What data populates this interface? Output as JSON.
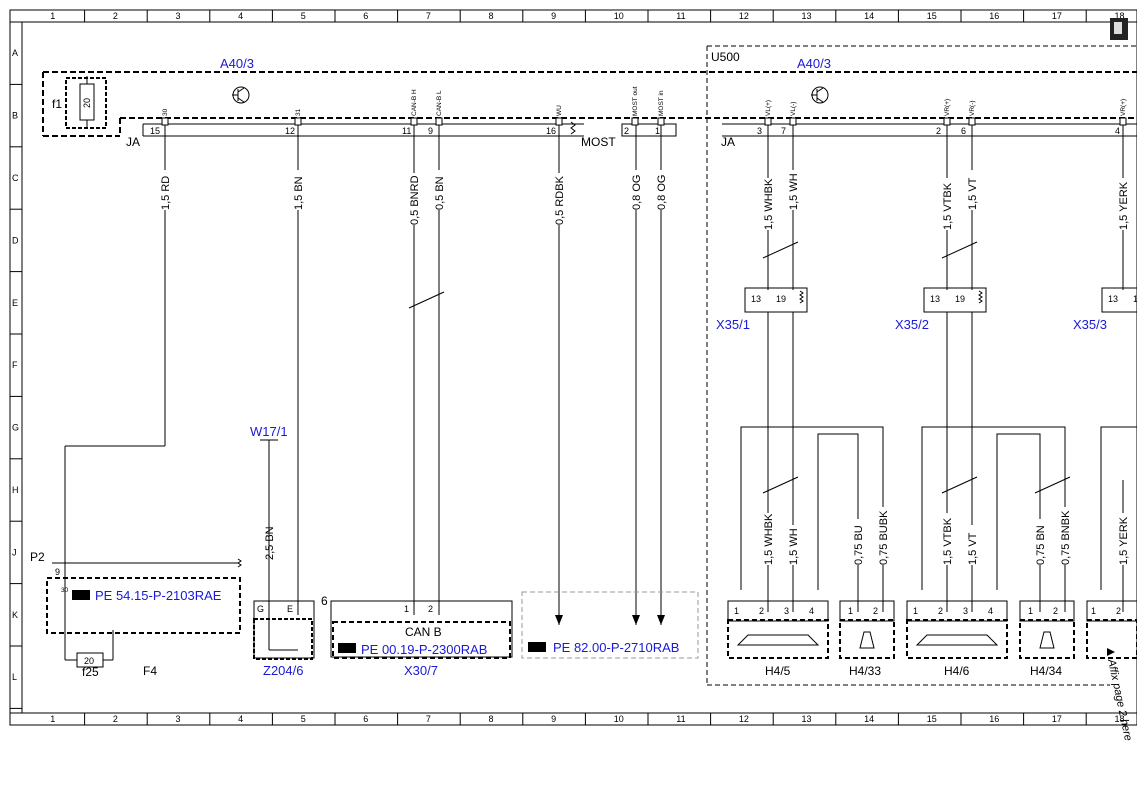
{
  "grid": {
    "columns": [
      "1",
      "2",
      "3",
      "4",
      "5",
      "6",
      "7",
      "8",
      "9",
      "10",
      "11",
      "12",
      "13",
      "14",
      "15",
      "16",
      "17",
      "18"
    ],
    "rows": [
      "A",
      "B",
      "C",
      "D",
      "E",
      "F",
      "G",
      "H",
      "J",
      "K",
      "L"
    ]
  },
  "modules": {
    "a40_left": "A40/3",
    "a40_right": "A40/3",
    "u500": "U500",
    "f1": "f1",
    "fuse_f1": "20",
    "ja_left": "JA",
    "ja_right": "JA",
    "most": "MOST"
  },
  "pins_top": [
    {
      "id": "30",
      "num": "15"
    },
    {
      "id": "31",
      "num": "12"
    },
    {
      "id": "CAN-B H",
      "num": "11"
    },
    {
      "id": "CAN-B L",
      "num": "9"
    },
    {
      "id": "WU",
      "num": "16"
    },
    {
      "id": "MOST out",
      "num": "2"
    },
    {
      "id": "MOST in",
      "num": "1"
    },
    {
      "id": "VL(+)",
      "num": "3"
    },
    {
      "id": "VL(-)",
      "num": "7"
    },
    {
      "id": "VR(+)",
      "num": "2"
    },
    {
      "id": "VR(-)",
      "num": "6"
    },
    {
      "id": "VR(+)",
      "num": "4"
    }
  ],
  "wires": [
    "1,5 RD",
    "1,5 BN",
    "0,5 BNRD",
    "0,5 BN",
    "0,5 RDBK",
    "0,8 OG",
    "0,8 OG",
    "1,5 WHBK",
    "1,5 WH",
    "1,5 VTBK",
    "1,5 VT",
    "1,5 YERK",
    "2,5 BN",
    "1,5 WHBK",
    "1,5 WH",
    "0,75 BU",
    "0,75 BUBK",
    "1,5 VTBK",
    "1,5 VT",
    "0,75 BN",
    "0,75 BNBK",
    "1,5 YERK"
  ],
  "connectors": {
    "x35_1": "X35/1",
    "x35_2": "X35/2",
    "x35_3": "X35/3",
    "x35_pins": [
      "13",
      "19"
    ],
    "w17": "W17/1",
    "p2": "P2",
    "p2_pins": [
      "9",
      "30"
    ],
    "f25": "f25",
    "fuse_f25": "20",
    "f4": "F4",
    "z204": "Z204/6",
    "z204_pins": [
      "G",
      "E"
    ],
    "six": "6",
    "canb": "CAN B",
    "canb_pins": [
      "1",
      "2"
    ],
    "x30": "X30/7",
    "h4_5": "H4/5",
    "h4_33": "H4/33",
    "h4_6": "H4/6",
    "h4_34": "H4/34",
    "h_pins4": [
      "1",
      "2",
      "3",
      "4"
    ],
    "h_pins2": [
      "1",
      "2"
    ]
  },
  "refs": {
    "pe54": "PE 54.15-P-2103RAE",
    "pe00": "PE 00.19-P-2300RAB",
    "pe82": "PE 82.00-P-2710RAB"
  },
  "affix": "Affix page 2 here",
  "colors": {
    "ink": "#000000",
    "blue": "#1a1ad6",
    "gray": "#9a9a9a"
  }
}
